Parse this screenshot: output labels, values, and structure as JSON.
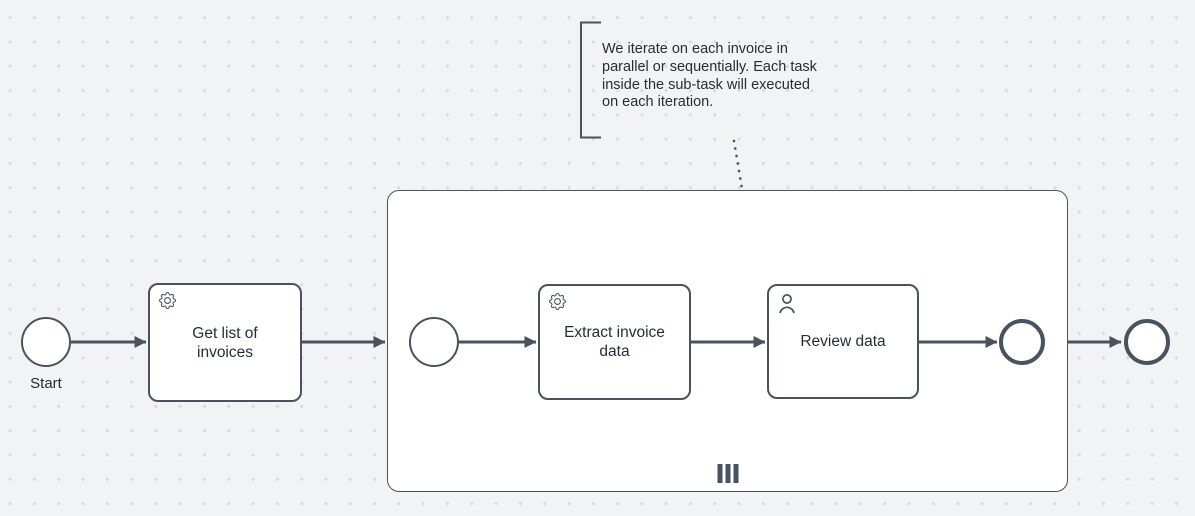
{
  "colors": {
    "canvas_background": "#f2f3f5",
    "grid_dot": "#d7d9dc",
    "shape_stroke": "#475460",
    "shape_fill": "#ffffff",
    "label_text": "#242e38"
  },
  "diagram": {
    "start_event_label": "Start",
    "task_get_invoices_label": "Get list of\ninvoices",
    "task_extract_label": "Extract invoice\ndata",
    "task_review_label": "Review data",
    "subprocess_marker": "parallel-multi-instance",
    "annotation_text": "We iterate on each invoice in\nparallel or sequentially. Each task\ninside the sub-task will executed\non each iteration."
  }
}
